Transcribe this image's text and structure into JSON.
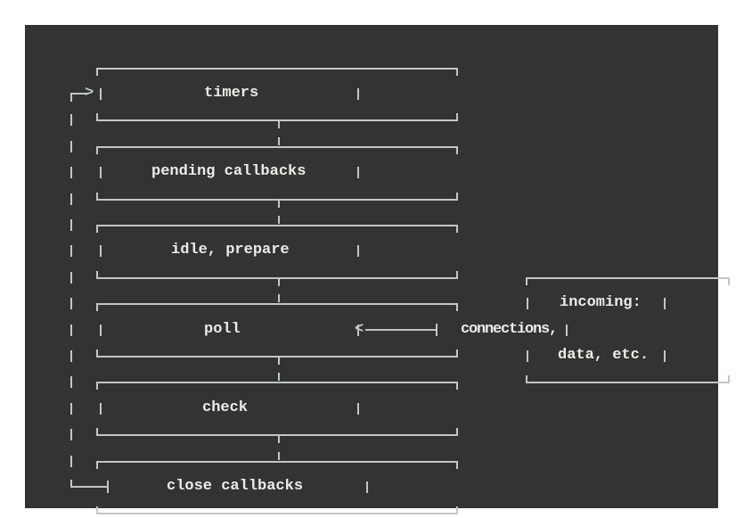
{
  "page": {
    "background": "#ffffff"
  },
  "panel": {
    "background": "#333333",
    "line_color": "#c2c6c8",
    "text_color": "#ebebe8"
  },
  "diagram": {
    "phases": [
      {
        "label": "timers"
      },
      {
        "label": "pending callbacks"
      },
      {
        "label": "idle, prepare"
      },
      {
        "label": "poll"
      },
      {
        "label": "check"
      },
      {
        "label": "close callbacks"
      }
    ],
    "side_box": {
      "lines": [
        {
          "text": "incoming:"
        },
        {
          "text": "connections,"
        },
        {
          "text": "data, etc."
        }
      ]
    },
    "arrows": {
      "loop_head": ">",
      "poll_head": "<"
    }
  }
}
